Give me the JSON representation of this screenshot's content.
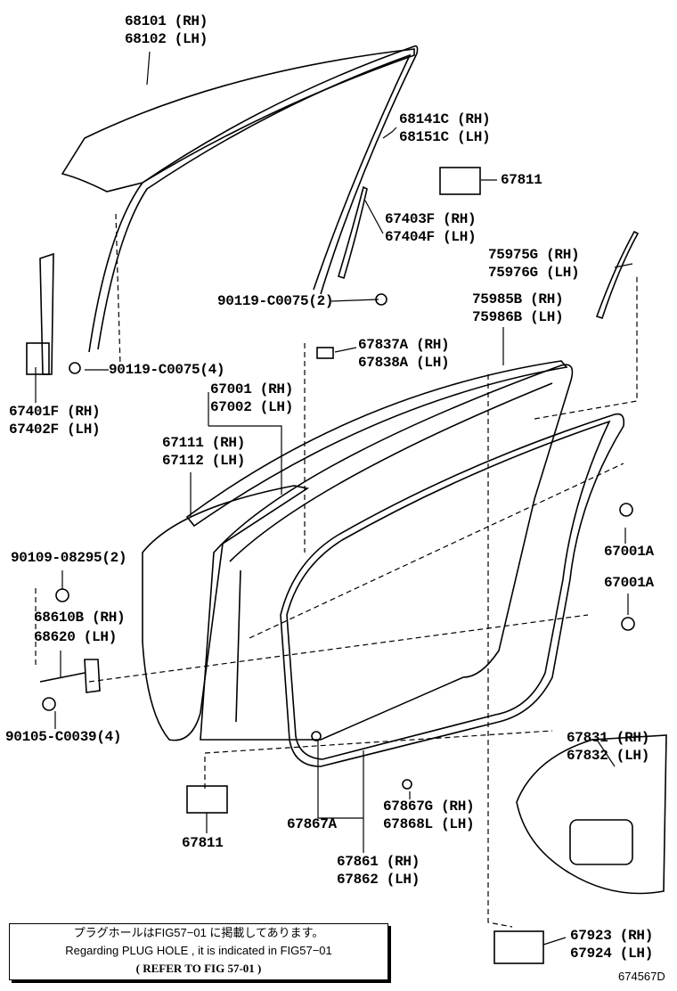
{
  "labels": {
    "glass_rh": "68101 (RH)",
    "glass_lh": "68102 (LH)",
    "run_rh": "68141C (RH)",
    "run_lh": "68151C (LH)",
    "pad_top": "67811",
    "channel_rear_rh": "67403F (RH)",
    "channel_rear_lh": "67404F (LH)",
    "mould_rh": "75975G (RH)",
    "mould_lh": "75976G (LH)",
    "bolt_2": "90119-C0075(2)",
    "belt_rh": "75985B (RH)",
    "belt_lh": "75986B (LH)",
    "cover_rh": "67837A (RH)",
    "cover_lh": "67838A (LH)",
    "bolt_4": "90119-C0075(4)",
    "door_rh": "67001 (RH)",
    "door_lh": "67002 (LH)",
    "channel_front_rh": "67401F (RH)",
    "channel_front_lh": "67402F (LH)",
    "panel_rh": "67111 (RH)",
    "panel_lh": "67112 (LH)",
    "screw_2": "90109-08295(2)",
    "plug_1": "67001A",
    "plug_2": "67001A",
    "check_rh": "68610B (RH)",
    "check_lh": "68620 (LH)",
    "bolt_c0039": "90105-C0039(4)",
    "seal_rh": "67831 (RH)",
    "seal_lh": "67832 (LH)",
    "clip_rh": "67867G (RH)",
    "clip_lh": "67868L (LH)",
    "clip_a": "67867A",
    "pad_bottom": "67811",
    "weather_rh": "67861 (RH)",
    "weather_lh": "67862 (LH)",
    "bracket_rh": "67923 (RH)",
    "bracket_lh": "67924 (LH)"
  },
  "note": {
    "jp": "プラグホールはFIG57−01 に掲載してあります。",
    "en": "Regarding PLUG HOLE , it is indicated in FIG57−01",
    "ref": "( REFER TO FIG 57-01 )"
  },
  "figure_code": "674567D"
}
